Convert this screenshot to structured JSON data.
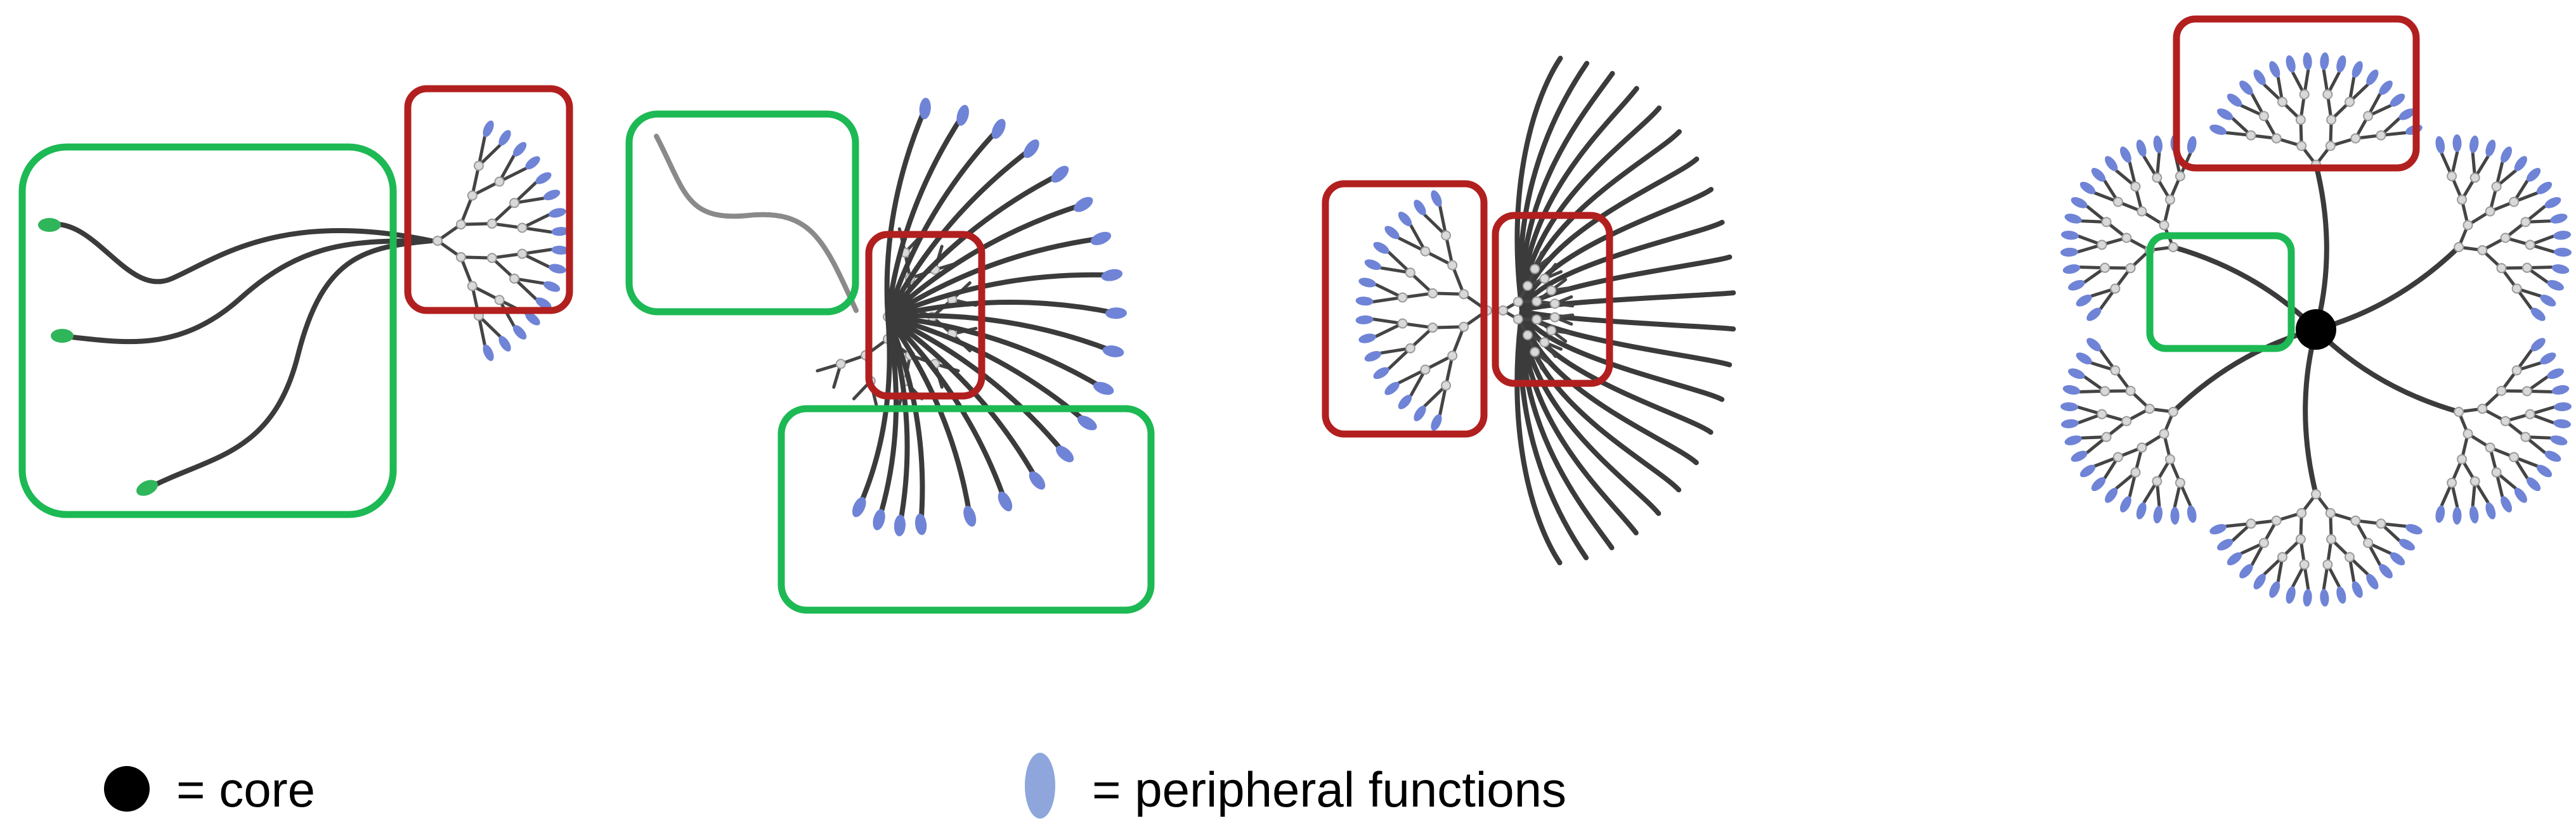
{
  "colors": {
    "dendron_frame": "#b21f1f",
    "chain_frame": "#1db954",
    "peripheral": "#6f84d6",
    "peripheral_legend": "#8ea6dc",
    "chain": "#3b3b3b",
    "core": "#000000",
    "chain_end": "#2fb55a"
  },
  "icons": {
    "core": "black-circle",
    "peripheral": "blue-ellipse"
  },
  "legend": {
    "core_label": "= core",
    "peripheral_label": "= peripheral functions"
  }
}
